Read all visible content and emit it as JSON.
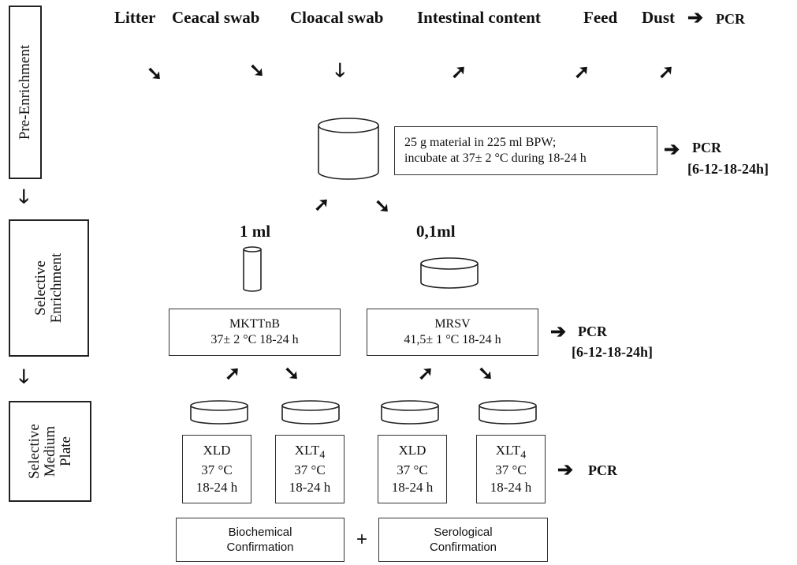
{
  "sources": [
    "Litter",
    "Ceacal swab",
    "Cloacal swab",
    "Intestinal content",
    "Feed",
    "Dust"
  ],
  "pcr_label": "PCR",
  "stages": {
    "pre": "Pre-Enrichment",
    "selective_line1": "Selective",
    "selective_line2": "Enrichment",
    "medium_line1": "Selective",
    "medium_line2": "Medium",
    "medium_line3": "Plate"
  },
  "preenrich": {
    "line1": "25 g material in 225 ml BPW;",
    "line2": "incubate at 37± 2 °C during 18-24 h",
    "timepoints": "[6-12-18-24h]"
  },
  "volumes": {
    "left": "1 ml",
    "right": "0,1ml"
  },
  "mkttnb": {
    "name": "MKTTnB",
    "cond": "37± 2 °C 18-24 h"
  },
  "mrsv": {
    "name": "MRSV",
    "cond": "41,5± 1 °C 18-24 h",
    "timepoints": "[6-12-18-24h]"
  },
  "plates": [
    {
      "name": "XLD",
      "sub": "",
      "temp": "37 °C",
      "time": "18-24 h"
    },
    {
      "name": "XLT",
      "sub": "4",
      "temp": "37 °C",
      "time": "18-24 h"
    },
    {
      "name": "XLD",
      "sub": "",
      "temp": "37 °C",
      "time": "18-24 h"
    },
    {
      "name": "XLT",
      "sub": "4",
      "temp": "37 °C",
      "time": "18-24 h"
    }
  ],
  "confirmation": {
    "bio_line1": "Biochemical",
    "bio_line2": "Confirmation",
    "plus": "+",
    "sero_line1": "Serological",
    "sero_line2": "Confirmation"
  }
}
